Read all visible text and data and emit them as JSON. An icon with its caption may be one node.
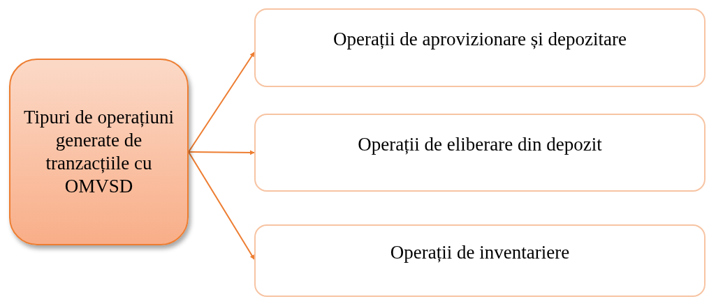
{
  "diagram": {
    "nodes": [
      {
        "text": [
          "Tipuri de operațiuni generate de tranzacțiile cu OMVSD"
        ]
      },
      {
        "text": [
          "Operații de aprovizionare și depozitare"
        ]
      },
      {
        "text": [
          "Operații de eliberare din depozit"
        ]
      },
      {
        "text": [
          "Operații de inventariere"
        ]
      }
    ],
    "edges": [
      {
        "from": 0,
        "to": 1,
        "arrow": "to"
      },
      {
        "from": 0,
        "to": 2,
        "arrow": "to"
      },
      {
        "from": 0,
        "to": 3,
        "arrow": "to"
      }
    ]
  }
}
